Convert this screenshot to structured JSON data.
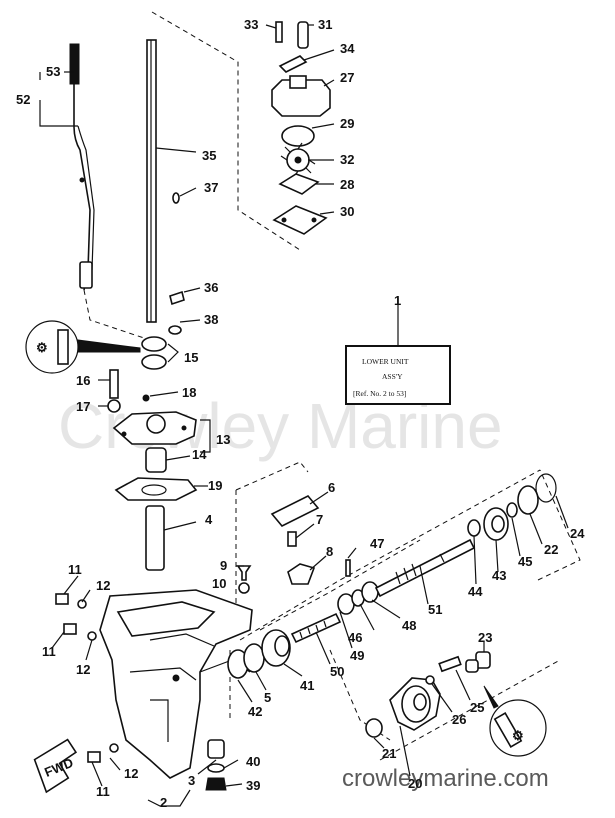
{
  "watermark": "Crowley Marine",
  "site_label": "crowleymarine.com",
  "title_box": {
    "line1": "LOWER UNIT",
    "line2": "ASS'Y",
    "line3": "[Ref. No. 2 to 53]"
  },
  "fwd_label": "FWD",
  "callouts": {
    "n1": "1",
    "n2": "2",
    "n3": "3",
    "n4": "4",
    "n5": "5",
    "n6": "6",
    "n7": "7",
    "n8": "8",
    "n9": "9",
    "n10": "10",
    "n11a": "11",
    "n11b": "11",
    "n11c": "11",
    "n12a": "12",
    "n12b": "12",
    "n12c": "12",
    "n13": "13",
    "n14": "14",
    "n15": "15",
    "n16": "16",
    "n17": "17",
    "n18": "18",
    "n19": "19",
    "n20": "20",
    "n21": "21",
    "n22": "22",
    "n23": "23",
    "n24": "24",
    "n25": "25",
    "n26": "26",
    "n27": "27",
    "n28": "28",
    "n29": "29",
    "n30": "30",
    "n31": "31",
    "n32": "32",
    "n33": "33",
    "n34": "34",
    "n35": "35",
    "n36": "36",
    "n37": "37",
    "n38": "38",
    "n39": "39",
    "n40": "40",
    "n41": "41",
    "n42": "42",
    "n43": "43",
    "n44": "44",
    "n45": "45",
    "n46": "46",
    "n47": "47",
    "n48": "48",
    "n49": "49",
    "n50": "50",
    "n51": "51",
    "n52": "52",
    "n53": "53"
  }
}
